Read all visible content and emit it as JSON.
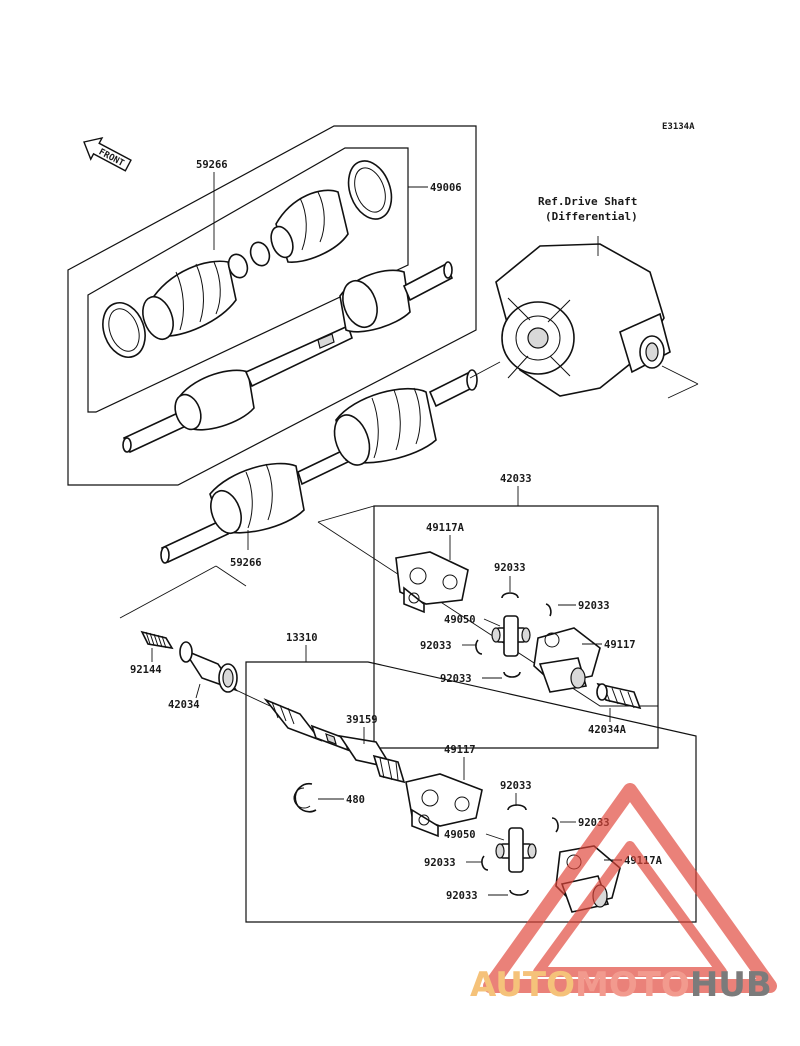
{
  "diagram_code": "E3134A",
  "front_label": "FRONT",
  "reference": {
    "line1": "Ref.Drive Shaft",
    "line2": "(Differential)"
  },
  "labels": {
    "p59266_top": "59266",
    "p49006": "49006",
    "p59266_bottom": "59266",
    "p42033": "42033",
    "p49117A_upper": "49117A",
    "p92033_a": "92033",
    "p92033_b": "92033",
    "p49050_upper": "49050",
    "p92033_c": "92033",
    "p49117_upper": "49117",
    "p92033_d": "92033",
    "p42034A": "42034A",
    "p92144": "92144",
    "p42034": "42034",
    "p13310": "13310",
    "p39159": "39159",
    "p480": "480",
    "p49117_lower": "49117",
    "p92033_e": "92033",
    "p92033_f": "92033",
    "p49050_lower": "49050",
    "p92033_g": "92033",
    "p49117A_lower": "49117A",
    "p92033_h": "92033"
  },
  "watermark": {
    "part1": "AUTO",
    "part2": "MOTO",
    "part3": "HUB",
    "triangle_color": "#e0453a",
    "auto_color": "#f5c27a",
    "moto_color": "#f29a8e",
    "hub_color": "#7b7b7b"
  }
}
